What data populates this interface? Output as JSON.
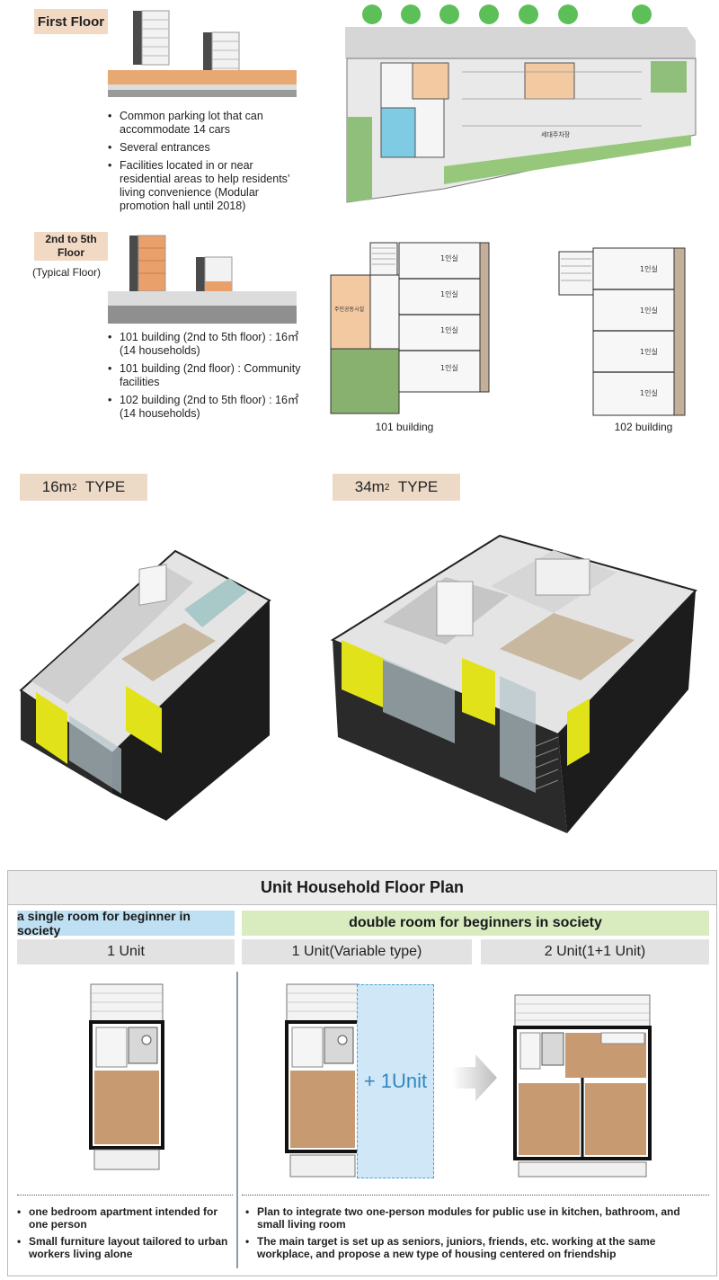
{
  "first_floor": {
    "tag": "First Floor",
    "bullets": [
      "Common parking lot that can accommodate 14 cars",
      "Several entrances",
      "Facilities located in or near residential areas to help residents’ living convenience (Modular promotion hall until 2018)"
    ],
    "plan_labels": [
      "세대주차장"
    ]
  },
  "typical_floor": {
    "tag_line1": "2nd to 5th",
    "tag_line2": "Floor",
    "subtitle": "(Typical Floor)",
    "bullets": [
      "101 building (2nd to 5th floor) : 16㎡ (14 households)",
      "101 building (2nd floor) : Community facilities",
      "102 building (2nd to 5th floor) : 16㎡ (14 households)"
    ],
    "plan_101_caption": "101 building",
    "plan_102_caption": "102 building",
    "room_label": "1인실",
    "community_label": "주민공동시설"
  },
  "types": {
    "type16_label": "16m",
    "type34_label": "34m",
    "sup": "2",
    "suffix": "TYPE"
  },
  "unit_plan": {
    "title": "Unit Household Floor Plan",
    "single": {
      "header": "a single room for beginner in society",
      "subheader": "1 Unit",
      "bullets": [
        "one bedroom apartment intended for one person",
        "Small furniture layout tailored to urban workers living alone"
      ]
    },
    "double": {
      "header": "double room for beginners in society",
      "sub_variable": "1 Unit(Variable type)",
      "sub_two": "2 Unit(1+1 Unit)",
      "plus_unit": "+ 1Unit",
      "bullets": [
        "Plan to integrate two one-person modules for public use in kitchen, bathroom, and small living room",
        "The main target is set up as seniors, juniors, friends, etc. working at the same workplace, and propose a new type of housing centered on friendship"
      ]
    }
  },
  "colors": {
    "tag_bg": "#f1d9c4",
    "accent_yellow": "#e2e21a",
    "header_blue": "#bfe0f2",
    "header_green": "#d8ecc0"
  }
}
